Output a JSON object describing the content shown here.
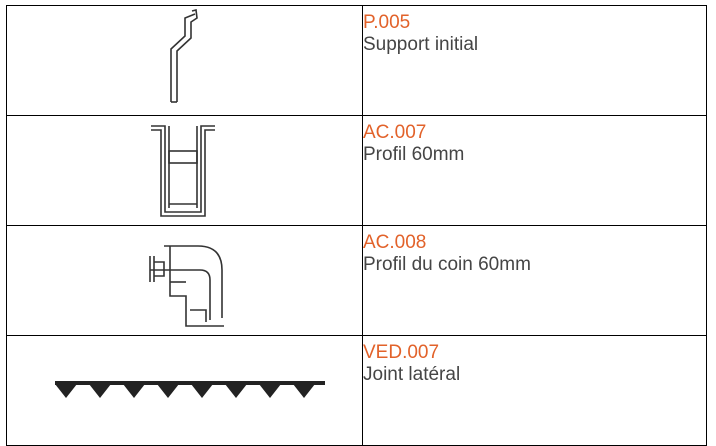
{
  "rows": [
    {
      "code": "P.005",
      "description": "Support initial",
      "icon": "initial-support-profile-icon"
    },
    {
      "code": "AC.007",
      "description": "Profil 60mm",
      "icon": "profile-60mm-icon"
    },
    {
      "code": "AC.008",
      "description": "Profil du coin 60mm",
      "icon": "corner-profile-60mm-icon"
    },
    {
      "code": "VED.007",
      "description": "Joint latéral",
      "icon": "side-seal-icon"
    }
  ],
  "colors": {
    "code": "#e2622a",
    "description": "#454545",
    "border": "#000000"
  }
}
